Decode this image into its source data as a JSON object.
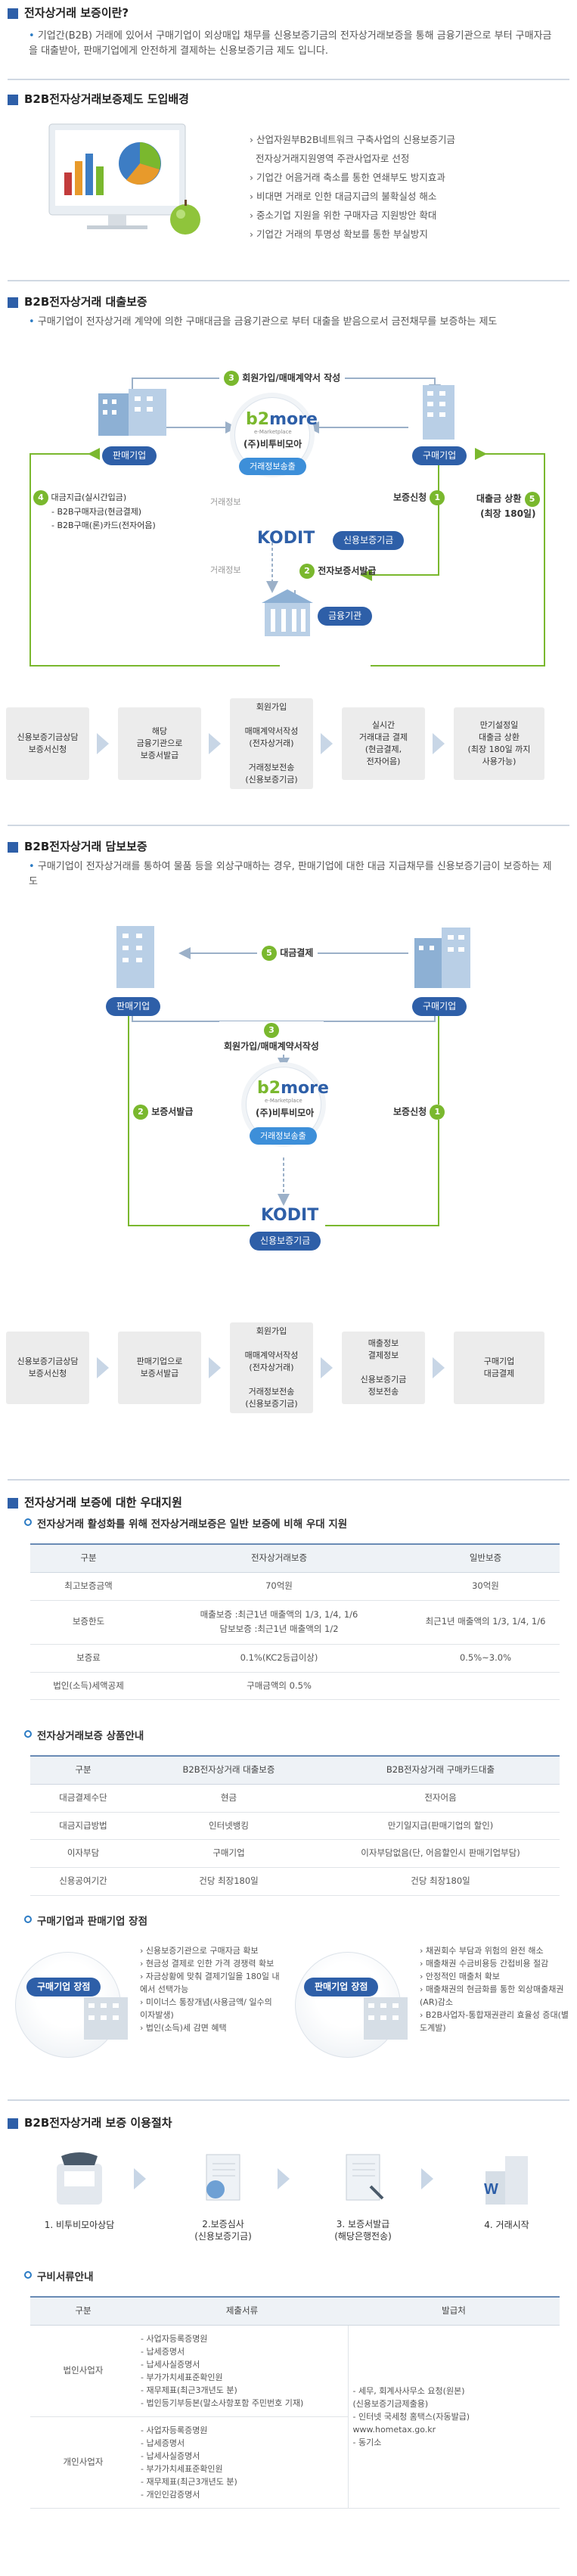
{
  "s1": {
    "title": "전자상거래 보증이란?",
    "desc": "기업간(B2B) 거래에 있어서 구매기업이 외상매입 채무를 신용보증기금의 전자상거래보증을 통해 금융기관으로 부터 구매자금을 대출받아, 판매기업에게 안전하게 결제하는 신용보증기금 제도 입니다."
  },
  "s2": {
    "title": "B2B전자상거래보증제도 도입배경",
    "items": [
      "산업자원부B2B네트워크 구축사업의 신용보증기금",
      "전자상거래지원영역 주관사업자로 선정",
      "기업간 어음거래 축소를 통한 연쇄부도 방지효과",
      "비대면 거래로 인한 대금지급의 불확실성 해소",
      "중소기업 지원을 위한 구매자금 지원방안 확대",
      "기업간 거래의 투명성 확보를 통한 부실방지"
    ]
  },
  "s3": {
    "title": "B2B전자상거래 대출보증",
    "desc": "구매기업이 전자상거래 계약에 의한 구매대금을 금융기관으로 부터 대출을 받음으로서 금전채무를 보증하는 제도",
    "seller": "판매기업",
    "buyer": "구매기업",
    "bank": "금융기관",
    "kodit_badge": "신용보증기금",
    "platform": "(주)비투비모아",
    "platform_badge": "거래정보송출",
    "logo_more": "more",
    "logo_small": "e-Marketplace",
    "logo_kodit": "KODIT",
    "step1": "보증신청",
    "step2": "전자보증서발급",
    "step3": "회원가입/매매계약서 작성",
    "step4_title": "대금지급(실시간입금)",
    "step4_a": "- B2B구매자금(현금결제)",
    "step4_b": "- B2B구매(론)카드(전자어음)",
    "step5": "대출금 상환",
    "step5_sub": "(최장 180일)",
    "tx1": "거래정보",
    "tx2": "거래정보",
    "flow": [
      "신용보증기금상담\n보증서신청",
      "해당\n금융기관으로\n보증서발급",
      "회원가입\n\n매매계약서작성\n(전자상거래)\n\n거래정보전송\n(신용보증기금)",
      "실시간\n거래대금 결제\n(현금결제,\n전자어음)",
      "만기설정일\n대출금 상환\n(최장 180일 까지\n사용가능)"
    ]
  },
  "s4": {
    "title": "B2B전자상거래 담보보증",
    "desc": "구매기업이 전자상거래를 통하여 물품 등을 외상구매하는 경우, 판매기업에 대한 대금 지급채무를 신용보증기금이 보증하는 제도",
    "seller": "판매기업",
    "buyer": "구매기업",
    "kodit_badge": "신용보증기금",
    "platform": "(주)비투비모아",
    "platform_badge": "거래정보송출",
    "logo_more": "more",
    "logo_small": "e-Marketplace",
    "logo_kodit": "KODIT",
    "step1": "보증신청",
    "step2": "보증서발급",
    "step3": "회원가입/매매계약서작성",
    "step5": "대금결제",
    "flow": [
      "신용보증기금상담\n보증서신청",
      "판매기업으로\n보증서발급",
      "회원가입\n\n매매계약서작성\n(전자상거래)\n\n거래정보전송\n(신용보증기금)",
      "매출정보\n결제정보\n\n신용보증기금\n정보전송",
      "구매기업\n대금결제"
    ]
  },
  "s5": {
    "title": "전자상거래 보증에 대한 우대지원",
    "sub1": "전자상거래 활성화를 위해 전자상거래보증은 일반 보증에 비해 우대 지원",
    "t1_head": [
      "구분",
      "전자상거래보증",
      "일반보증"
    ],
    "t1_rows": [
      [
        "최고보증금액",
        "70억원",
        "30억원"
      ],
      [
        "보증한도",
        "매출보증 :최근1년 매출액의 1/3, 1/4, 1/6\n담보보증 :최근1년 매출액의 1/2",
        "최근1년 매출액의 1/3, 1/4, 1/6"
      ],
      [
        "보증료",
        "0.1%(KC2등급이상)",
        "0.5%~3.0%"
      ],
      [
        "법인(소득)세액공제",
        "구매금액의 0.5%",
        ""
      ]
    ],
    "sub2": "전자상거래보증 상품안내",
    "t2_head": [
      "구분",
      "B2B전자상거래 대출보증",
      "B2B전자상거래 구매카드대출"
    ],
    "t2_rows": [
      [
        "대금결제수단",
        "현금",
        "전자어음"
      ],
      [
        "대금지급방법",
        "인터넷뱅킹",
        "만기일지급(판매기업의 할인)"
      ],
      [
        "이자부담",
        "구매기업",
        "이자부담없음(단, 어음할인시 판매기업부담)"
      ],
      [
        "신용공여기간",
        "건당 최장180일",
        "건당 최장180일"
      ]
    ],
    "sub3": "구매기업과 판매기업 장점",
    "buyer_title": "구매기업 장점",
    "buyer_items": [
      "신용보증기관으로 구매자금 확보",
      "현금성 결제로 인한 가격 경쟁력 확보",
      "자금상황에 맞춰 결제기일을 180일 내에서 선택가능",
      "미이너스 통장개념(사용금액/ 일수의 이자발생)",
      "법인(소득)세 감면 혜택"
    ],
    "seller_title": "판매기업 장점",
    "seller_items": [
      "채권회수 부담과 위험의 완전 해소",
      "매출채권 수금비용등 간접비용 절감",
      "안정적인 매출처 확보",
      "매출채권의 현금화를 통한 외상매출채권(AR)감소",
      "B2B사업자-통합재권관리 효율성 증대(별도계발)"
    ]
  },
  "s6": {
    "title": "B2B전자상거래 보증 이용절차",
    "steps": [
      "1. 비투비모아상담",
      "2.보증심사\n(신용보증기금)",
      "3. 보증서발급\n(해당은행전송)",
      "4. 거래시작"
    ],
    "sub": "구비서류안내",
    "t_head": [
      "구분",
      "제출서류",
      "발급처"
    ],
    "corp_label": "법인사업자",
    "corp_docs": [
      "사업자등록증명원",
      "납세증명서",
      "납세사실증명서",
      "부가가치세표준확인원",
      "재무제표(최근3개년도 분)",
      "법인등기부등본(말소사항포함 주민번호 기재)"
    ],
    "indiv_label": "개인사업자",
    "indiv_docs": [
      "사업자등록증명원",
      "납세증명서",
      "납세사실증명서",
      "부가가치세표준확인원",
      "재무제표(최근3개년도 분)",
      "개인인감증명서"
    ],
    "issuer": [
      "세무, 회계사사무소 요청(원본)\n(신용보증기금제출용)",
      "인터넷 국세청 홈택스(자동발급)\nwww.hometax.go.kr",
      "동기소"
    ]
  }
}
